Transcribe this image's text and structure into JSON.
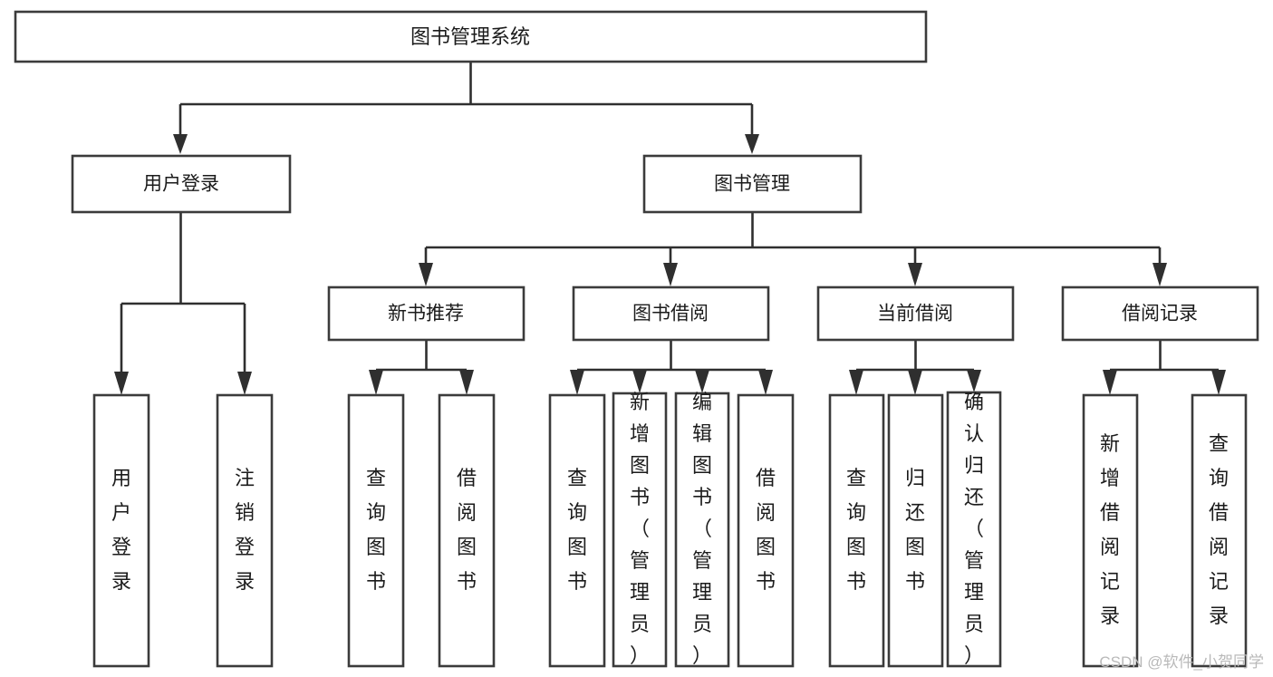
{
  "diagram": {
    "title": "图书管理系统",
    "watermark": "CSDN @软件_小贺同学",
    "colors": {
      "box_stroke": "#3b3b3b",
      "edge": "#2f2f2f",
      "background": "#ffffff",
      "text": "#1b1b1b",
      "watermark": "#b9b9b9"
    },
    "root": {
      "label": "图书管理系统"
    },
    "level1": [
      {
        "label": "用户登录"
      },
      {
        "label": "图书管理"
      }
    ],
    "level2": [
      {
        "label": "新书推荐"
      },
      {
        "label": "图书借阅"
      },
      {
        "label": "当前借阅"
      },
      {
        "label": "借阅记录"
      }
    ],
    "leaves": {
      "user_login": [
        {
          "label": "用户登录"
        },
        {
          "label": "注销登录"
        }
      ],
      "new_book_recommend": [
        {
          "label": "查询图书"
        },
        {
          "label": "借阅图书"
        }
      ],
      "book_borrow": [
        {
          "label": "查询图书"
        },
        {
          "label": "新增图书（管理员）"
        },
        {
          "label": "编辑图书（管理员）"
        },
        {
          "label": "借阅图书"
        }
      ],
      "current_borrow": [
        {
          "label": "查询图书"
        },
        {
          "label": "归还图书"
        },
        {
          "label": "确认归还（管理员）"
        }
      ],
      "borrow_record": [
        {
          "label": "新增借阅记录"
        },
        {
          "label": "查询借阅记录"
        }
      ]
    }
  }
}
